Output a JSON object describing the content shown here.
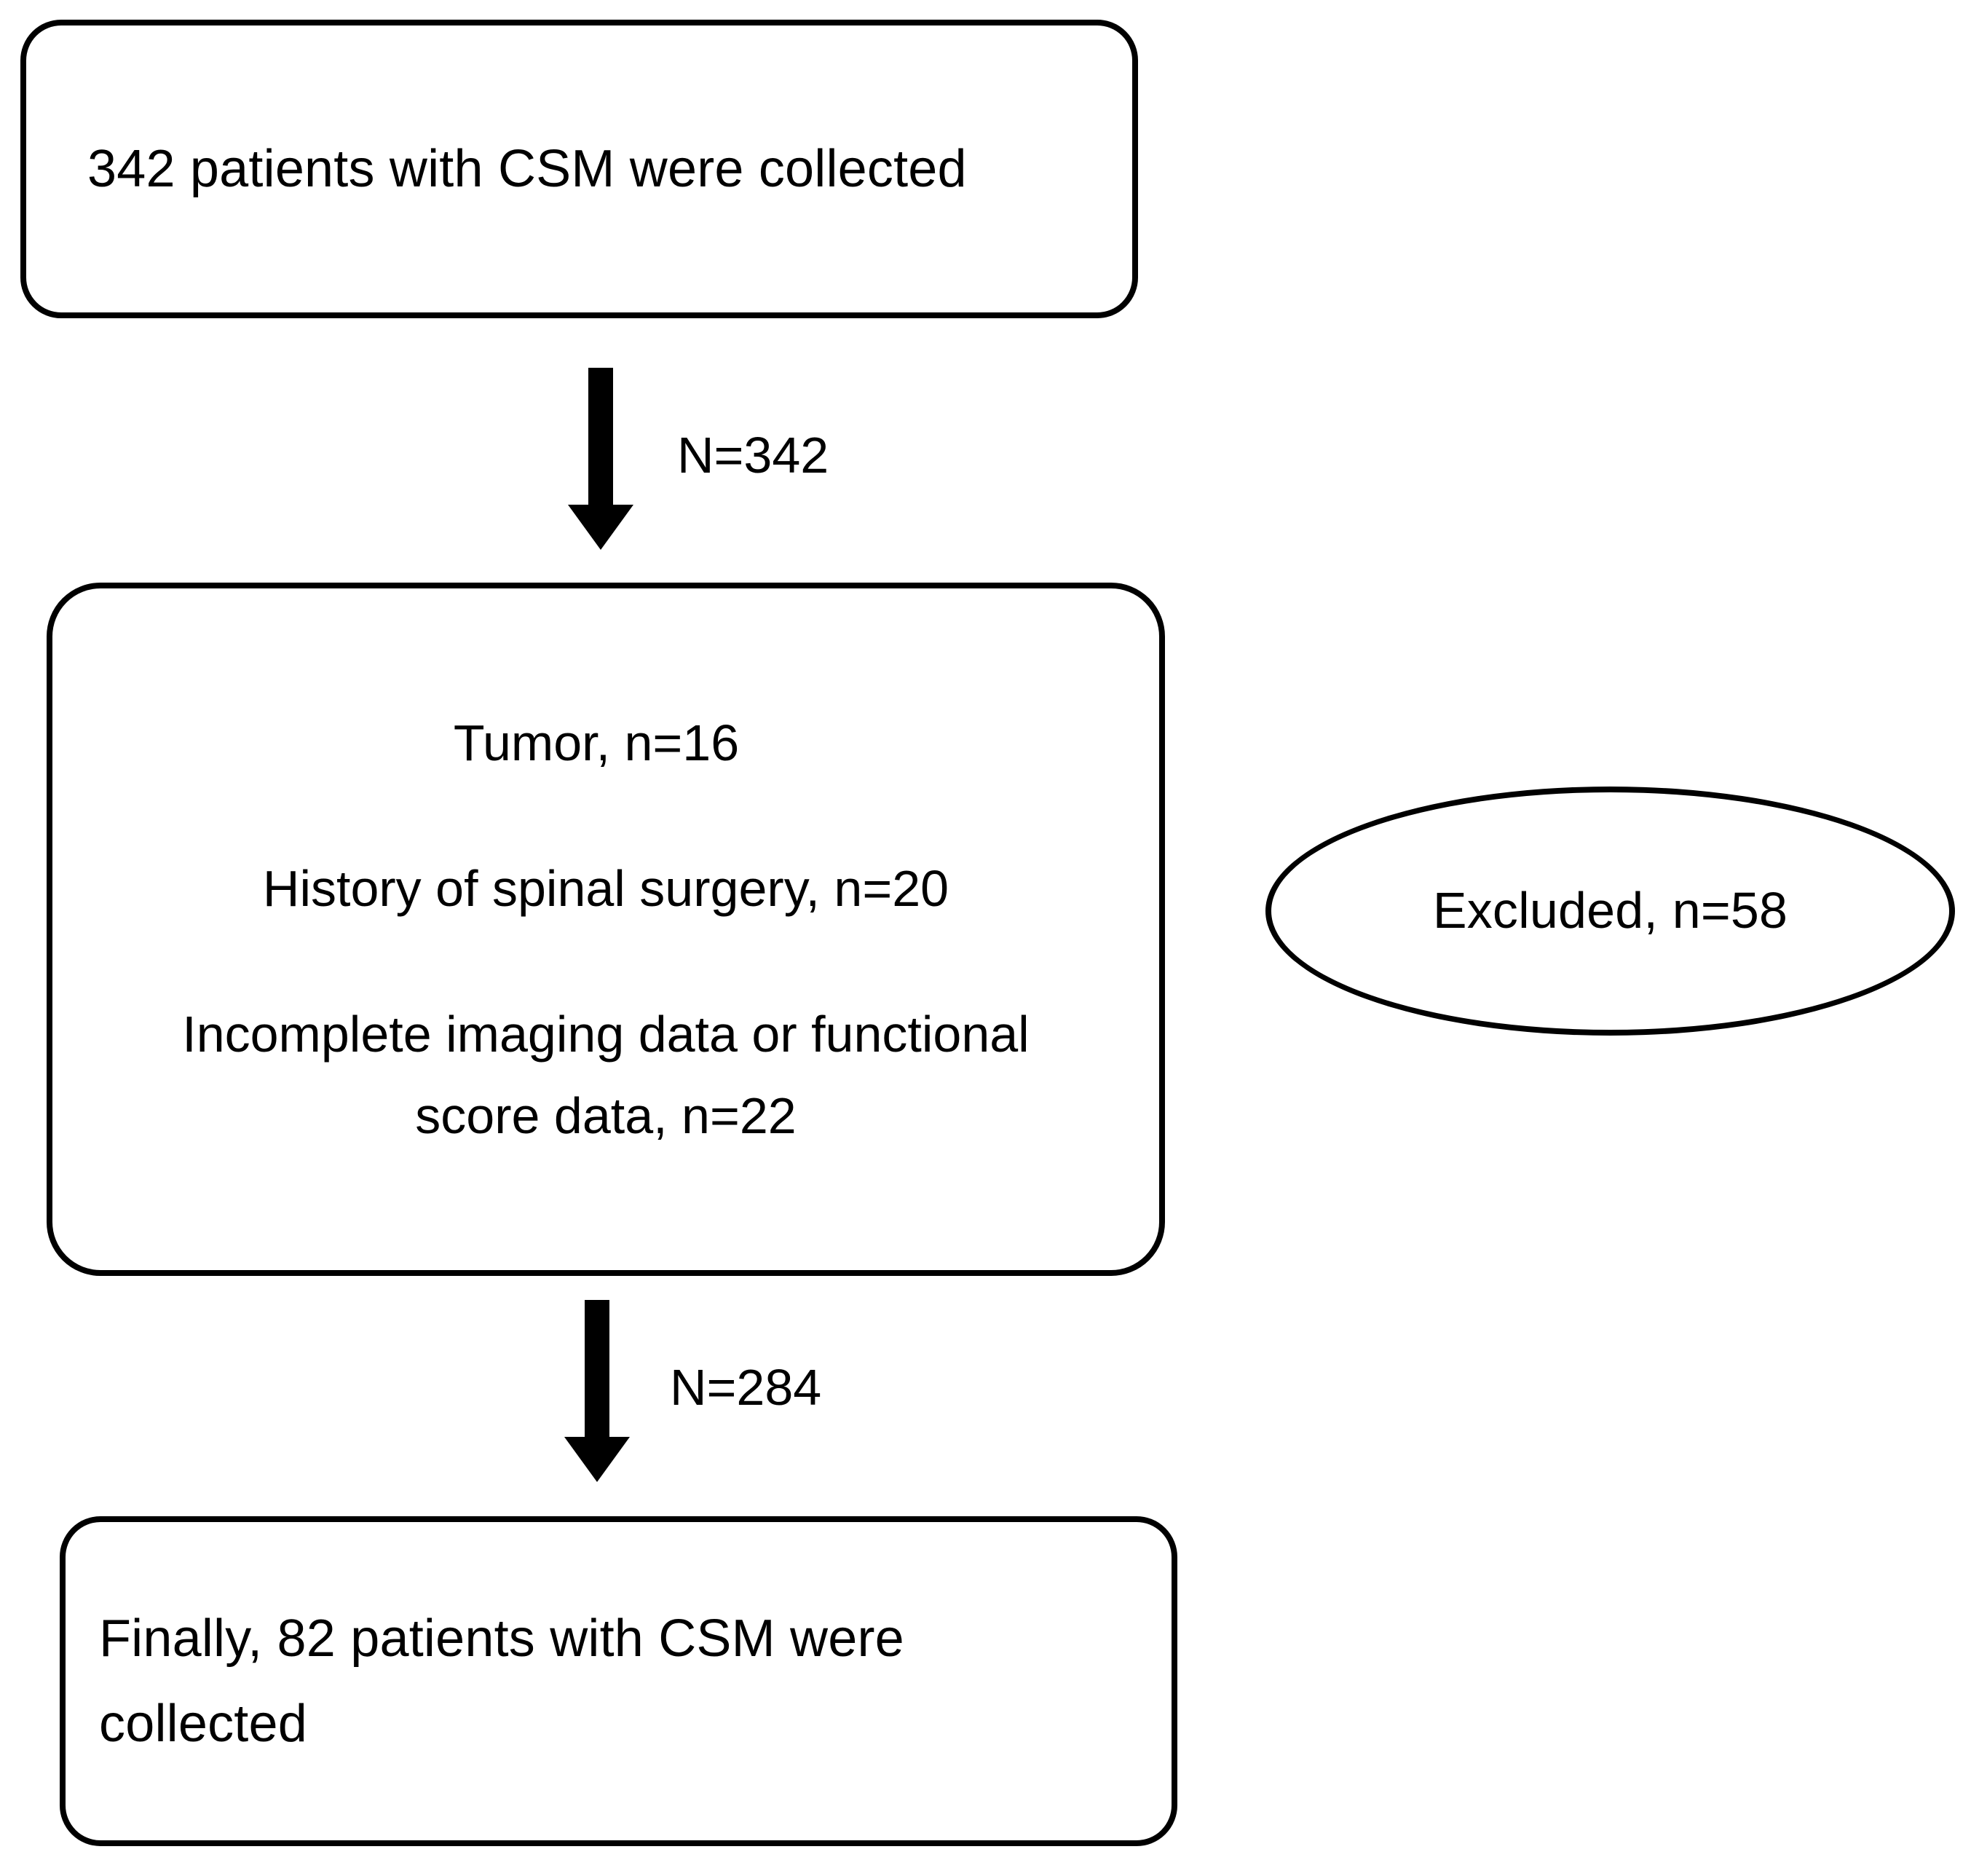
{
  "figure": {
    "kind": "patient-selection-flowchart",
    "colors": {
      "stroke": "#000000",
      "fill": "#ffffff",
      "text": "#000000"
    }
  },
  "nodes": {
    "enrollment": {
      "shape": "rounded-rectangle",
      "text": "342 patients with CSM were collected"
    },
    "exclusion_criteria": {
      "shape": "rounded-rectangle",
      "lines": [
        "Tumor, n=16",
        "History of spinal surgery, n=20",
        "Incomplete imaging data or functional score data, n=22"
      ]
    },
    "excluded": {
      "shape": "ellipse",
      "text": "Excluded, n=58"
    },
    "final": {
      "shape": "rounded-rectangle",
      "text": "Finally, 82 patients with CSM were collected"
    }
  },
  "edges": [
    {
      "id": "edge-enrollment-to-exclusion",
      "direction": "down",
      "label": "N=342"
    },
    {
      "id": "edge-exclusion-to-final",
      "direction": "down",
      "label": "N=284"
    }
  ]
}
